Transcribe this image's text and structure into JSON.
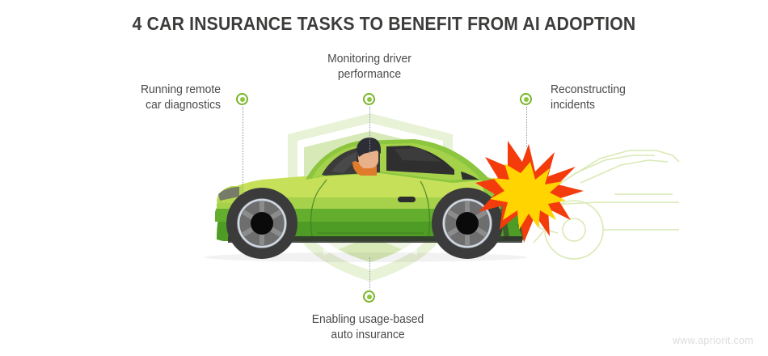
{
  "title": "4 CAR INSURANCE TASKS TO BENEFIT FROM AI ADOPTION",
  "watermark": "www.apriorit.com",
  "colors": {
    "title_text": "#3c3c3b",
    "label_text": "#4a4a4a",
    "marker_ring": "#7ab52c",
    "marker_center": "#8cc63e",
    "connector": "#8d98a7",
    "shield_light": "#e4f0cf",
    "shield_mid": "#cde4a4",
    "car_body_light": "#c6e05a",
    "car_body_mid": "#8cc63e",
    "car_body_dark": "#4e9c26",
    "car_window": "#3b3b3b",
    "tire": "#3b3b3b",
    "rim": "#6e6e6e",
    "burst_outer": "#f43b0b",
    "burst_inner": "#ffd400",
    "ghost_car_outline": "#d9eab4",
    "driver_shirt": "#e07b2c",
    "driver_hair": "#2d2d36",
    "driver_skin": "#e8b18a",
    "watermark_text": "#dcdcdc"
  },
  "callouts": [
    {
      "id": "running-remote-car-diagnostics",
      "text": "Running remote\ncar diagnostics",
      "position": "left"
    },
    {
      "id": "monitoring-driver-performance",
      "text": "Monitoring driver\nperformance",
      "position": "top-center"
    },
    {
      "id": "reconstructing-incidents",
      "text": "Reconstructing\nincidents",
      "position": "right"
    },
    {
      "id": "enabling-usage-based-auto-insurance",
      "text": "Enabling usage-based\nauto insurance",
      "position": "bottom-center"
    }
  ],
  "icons": {
    "marker": "green-ring-dot-icon",
    "connector": "dotted-line-icon",
    "shield": "shield-icon",
    "car": "green-sports-car-icon",
    "driver": "driver-person-icon",
    "burst": "collision-starburst-icon",
    "ghost_car": "outlined-car-icon"
  }
}
